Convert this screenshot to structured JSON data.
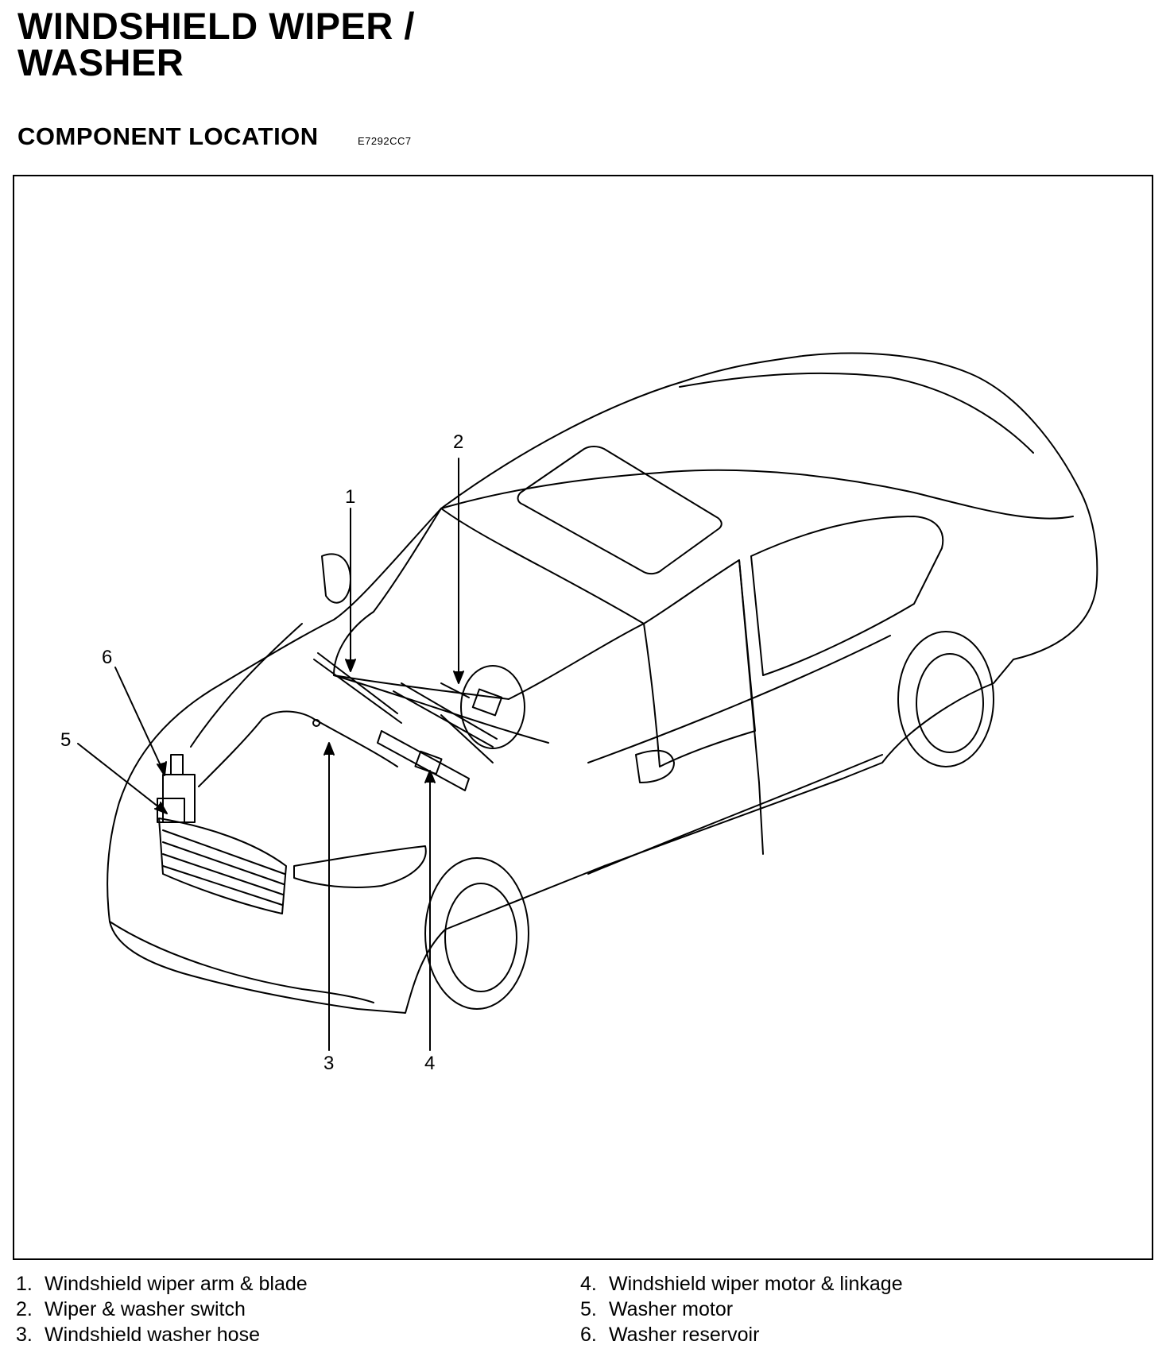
{
  "header": {
    "title_line1": "WINDSHIELD WIPER /",
    "title_line2": "WASHER",
    "section": "COMPONENT LOCATION",
    "code": "E7292CC7"
  },
  "callouts": {
    "c1": "1",
    "c2": "2",
    "c3": "3",
    "c4": "4",
    "c5": "5",
    "c6": "6"
  },
  "legend": {
    "left": [
      {
        "num": "1.",
        "text": "Windshield wiper arm & blade"
      },
      {
        "num": "2.",
        "text": "Wiper & washer switch"
      },
      {
        "num": "3.",
        "text": "Windshield washer hose"
      }
    ],
    "right": [
      {
        "num": "4.",
        "text": "Windshield wiper motor & linkage"
      },
      {
        "num": "5.",
        "text": "Washer motor"
      },
      {
        "num": "6.",
        "text": "Washer reservoir"
      }
    ]
  }
}
